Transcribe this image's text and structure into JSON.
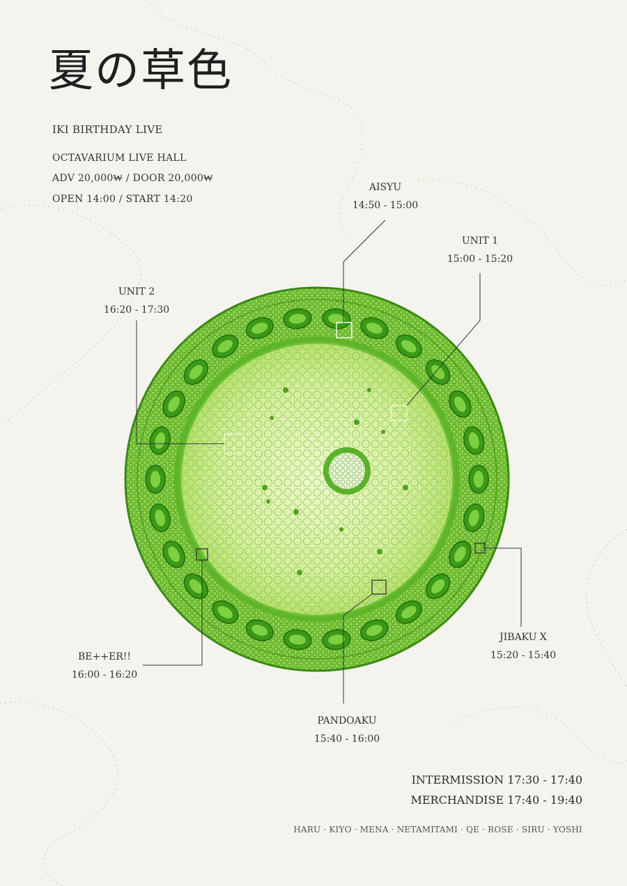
{
  "poster": {
    "title": "夏の草色",
    "event": "IKI BIRTHDAY LIVE",
    "venue": "OCTAVARIUM LIVE HALL",
    "price": "ADV 20,000₩  /  DOOR 20,000₩",
    "time": "OPEN 14:00  /  START 14:20"
  },
  "schedule": [
    {
      "name": "AISYU",
      "time": "14:50 - 15:00"
    },
    {
      "name": "UNIT 1",
      "time": "15:00 - 15:20"
    },
    {
      "name": "UNIT 2",
      "time": "16:20 - 17:30"
    },
    {
      "name": "JIBAKU X",
      "time": "15:20 - 15:40"
    },
    {
      "name": "BE++ER!!",
      "time": "16:00 - 16:20"
    },
    {
      "name": "PANDOAKU",
      "time": "15:40 - 16:00"
    }
  ],
  "footer": {
    "intermission": "INTERMISSION 17:30 - 17:40",
    "merchandise": "MERCHANDISE 17:40 - 19:40",
    "members": "HARU · KIYO · MENA · NETAMITAMI · QE · ROSE · SIRU · YOSHI"
  },
  "colors": {
    "background": "#f4f3ee",
    "green_dark": "#2f8a12",
    "green_mid": "#5cb82a",
    "green_light": "#d9f0a6"
  }
}
